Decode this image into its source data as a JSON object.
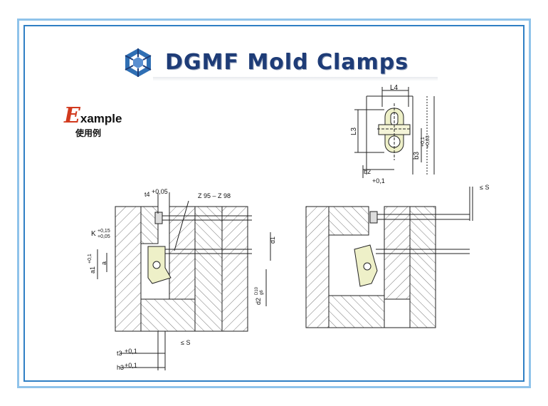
{
  "header": {
    "title": "DGMF Mold Clamps",
    "brand_color": "#1e3c77",
    "logo": "dgmf-logo-icon"
  },
  "example": {
    "first_letter": "E",
    "rest": "xample",
    "subtitle": "使用例"
  },
  "dimensions": {
    "L4": "L4",
    "L3": "L3",
    "b3": "b3",
    "b3_tol_upper": "+0,1",
    "b3_tol_lower": "+0,03",
    "b2": "b2",
    "b2_tol": "+0,1",
    "t4": "t4",
    "t4_tol": "+0,05",
    "z_range": "Z 95 – Z 98",
    "K": "K",
    "K_tol_upper": "+0,15",
    "K_tol_lower": "+0,05",
    "a1": "a1",
    "a1_tol": "+0,1",
    "a": "a",
    "d1": "d1",
    "d2": "d2",
    "d2_fit": "D10",
    "d2_fit2": "g6",
    "t3": "t3",
    "t3_tol": "+0,1",
    "h3": "h3",
    "h3_tol": "+0,1",
    "s_left": "≤ S",
    "s_right": "≤ S"
  }
}
